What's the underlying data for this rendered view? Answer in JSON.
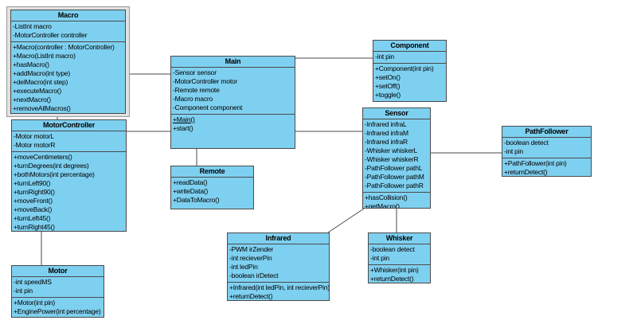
{
  "diagram": {
    "type": "uml-class-diagram",
    "colors": {
      "box_fill": "#7ed0f0",
      "box_border": "#4a4a4a",
      "connector": "#4a4a4a",
      "selection_band": "#e2e2e2",
      "selection_border": "#9a9a9a",
      "background": "#ffffff"
    },
    "classes": {
      "macro": {
        "name": "Macro",
        "selected": true,
        "attributes": [
          "-ListInt macro",
          "-MotorController controller"
        ],
        "methods": [
          "+Macro(controller : MotorController)",
          "+Macro(ListInt macro)",
          "+hasMacro()",
          "+addMacro(int type)",
          "+delMacro(int step)",
          "+executeMacro()",
          "+nextMacro()",
          "+removeAllMacros()"
        ]
      },
      "motorcontroller": {
        "name": "MotorController",
        "attributes": [
          "-Motor motorL",
          "-Motor motorR"
        ],
        "methods": [
          "+moveCentimeters()",
          "+turnDegrees(int degrees)",
          "+bothMotors(int percentage)",
          "+turnLeft90()",
          "+turnRight90()",
          "+moveFront()",
          "+moveBack()",
          "+turnLeft45()",
          "+turnRight45()"
        ]
      },
      "motor": {
        "name": "Motor",
        "attributes": [
          "-int speedMS",
          "-int pin"
        ],
        "methods": [
          "+Motor(int pin)",
          "+EnginePower(int percentage)"
        ]
      },
      "main": {
        "name": "Main",
        "attributes": [
          "-Sensor sensor",
          "-MotorController motor",
          "-Remote remote",
          "-Macro macro",
          "-Component component"
        ],
        "methods": [
          {
            "text": "+Main()",
            "underline": true
          },
          "+start()"
        ]
      },
      "remote": {
        "name": "Remote",
        "attributes": [],
        "methods": [
          "+readData()",
          "+writeData()",
          "+DataToMacro()"
        ]
      },
      "component": {
        "name": "Component",
        "attributes": [
          "-int pin"
        ],
        "methods": [
          "+Component(int pin)",
          "+setOn()",
          "+setOff()",
          "+toggle()"
        ]
      },
      "sensor": {
        "name": "Sensor",
        "attributes": [
          "-Infrared infraL",
          "-Infrared infraM",
          "-Infrared infraR",
          "-Whisker whiskerL",
          "-Whisker whiskerR",
          "-PathFollower pathL",
          "-PathFollower pathM",
          "-PathFollower pathR"
        ],
        "methods": [
          "+hasCollision()",
          "+getMacro()"
        ]
      },
      "infrared": {
        "name": "Infrared",
        "attributes": [
          "-PWM irZender",
          "-int recieverPin",
          "-int ledPin",
          "-boolean irDetect"
        ],
        "methods": [
          "+Infrared(int ledPin, int recieverPin)",
          "+returnDetect()"
        ]
      },
      "whisker": {
        "name": "Whisker",
        "attributes": [
          "-boolean detect",
          "-int pin"
        ],
        "methods": [
          "+Whisker(int pin)",
          "+returnDetect()"
        ]
      },
      "pathfollower": {
        "name": "PathFollower",
        "attributes": [
          "-boolean detect",
          "-int pin"
        ],
        "methods": [
          "+PathFollower(int pin)",
          "+returnDetect()"
        ]
      }
    },
    "relations": [
      {
        "from": "Macro",
        "to": "Main"
      },
      {
        "from": "Macro",
        "to": "MotorController"
      },
      {
        "from": "MotorController",
        "to": "Main"
      },
      {
        "from": "MotorController",
        "to": "Motor"
      },
      {
        "from": "Main",
        "to": "Remote"
      },
      {
        "from": "Main",
        "to": "Component"
      },
      {
        "from": "Main",
        "to": "Sensor"
      },
      {
        "from": "Sensor",
        "to": "PathFollower"
      },
      {
        "from": "Sensor",
        "to": "Whisker"
      },
      {
        "from": "Sensor",
        "to": "Infrared"
      }
    ]
  }
}
